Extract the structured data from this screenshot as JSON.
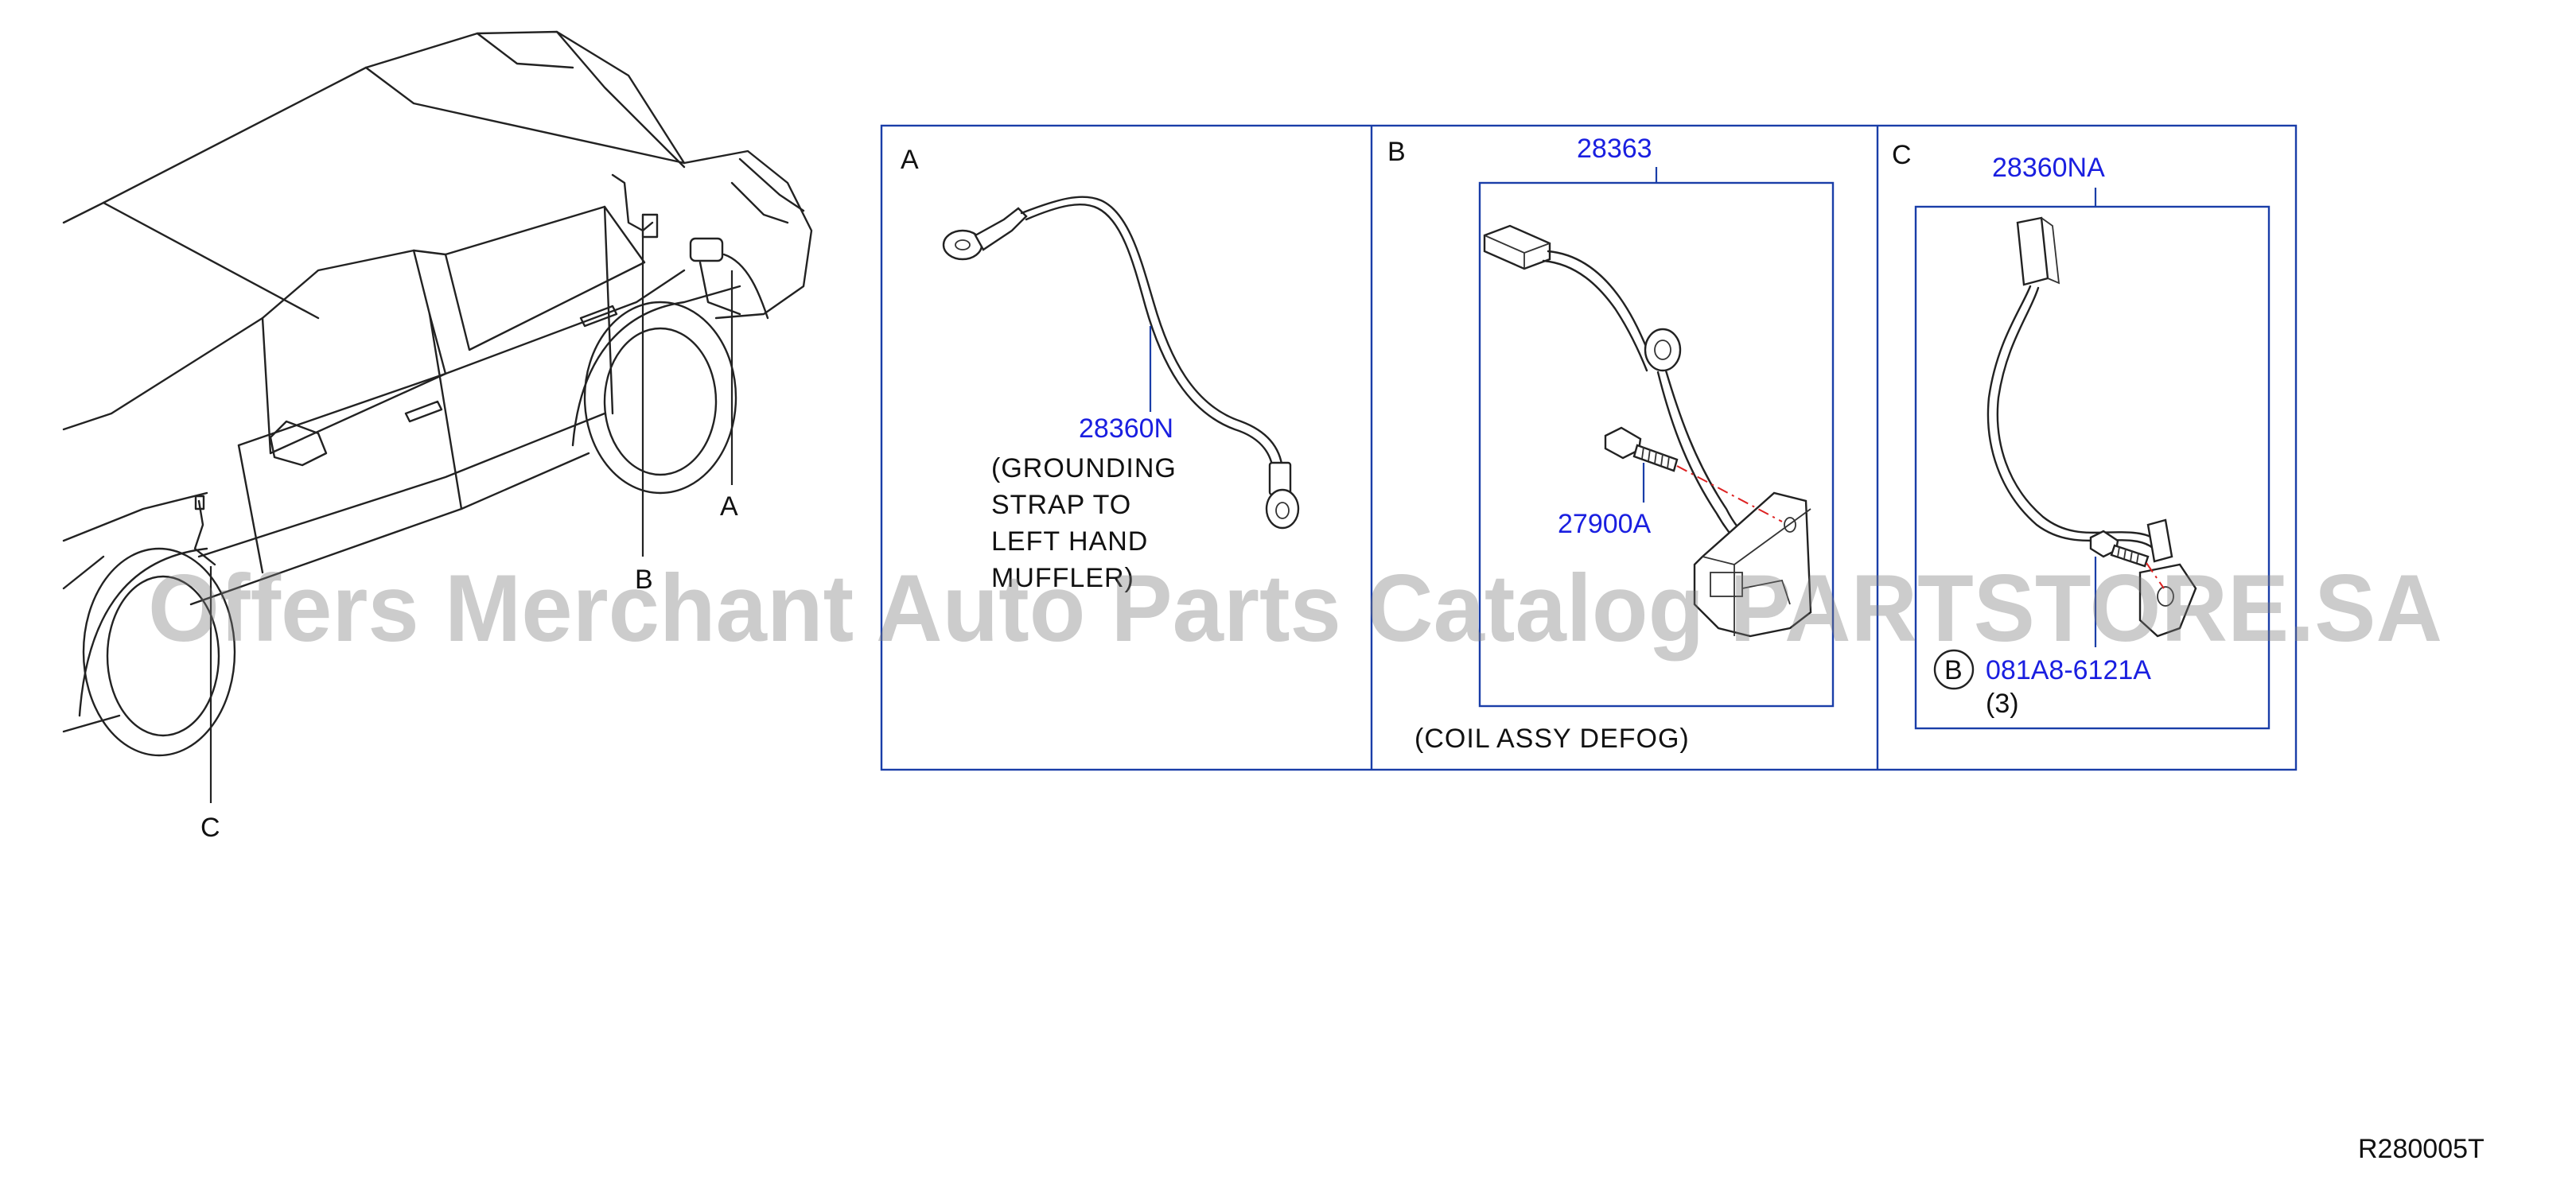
{
  "callouts": {
    "car_a": "A",
    "car_b": "B",
    "car_c": "C"
  },
  "panels": {
    "a": {
      "letter": "A",
      "part_no": "28360N",
      "note_lines": [
        "(GROUNDING",
        "STRAP  TO",
        "LEFT  HAND",
        "MUFFLER)"
      ]
    },
    "b": {
      "letter": "B",
      "part_no": "28363",
      "bolt_part_no": "27900A",
      "note": "(COIL  ASSY  DEFOG)"
    },
    "c": {
      "letter": "C",
      "part_no": "28360NA",
      "bolt_symbol": "B",
      "bolt_part_no": "081A8-6121A",
      "qty": "(3)"
    }
  },
  "watermark": "Offers Merchant Auto Parts Catalog PARTSTORE.SA",
  "diagram_ref": "R280005T",
  "colors": {
    "part_number": "#1a1fe0",
    "frame": "#1a3ea8",
    "centerline": "#dd2222",
    "watermark": "#787878"
  }
}
